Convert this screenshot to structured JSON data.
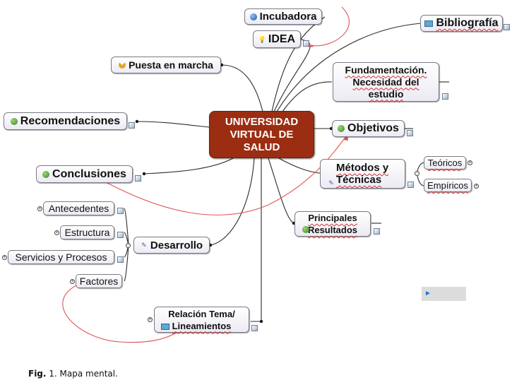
{
  "center": {
    "line1": "UNIVERSIDAD",
    "line2": "VIRTUAL DE",
    "line3": "SALUD"
  },
  "nodes": {
    "incubadora": "Incubadora",
    "idea": "IDEA",
    "bibliografia": "Bibliografía",
    "puesta": "Puesta en marcha",
    "fundamentacion_1": "Fundamentación.",
    "fundamentacion_2": "Necesidad del",
    "fundamentacion_3": "estudio",
    "recomendaciones": "Recomendaciones",
    "objetivos": "Objetivos",
    "conclusiones": "Conclusiones",
    "metodos_1": "Métodos y",
    "metodos_2": "Técnicas",
    "teoricos": "Teóricos",
    "empiricos": "Empíricos",
    "antecedentes": "Antecedentes",
    "estructura": "Estructura",
    "servicios": "Servicios y Procesos",
    "factores": "Factores",
    "desarrollo": "Desarrollo",
    "principales_1": "Principales",
    "principales_2": "Resultados",
    "relacion_1": "Relación Tema/",
    "relacion_2": "Lineamientos"
  },
  "play_button": "►",
  "caption": {
    "prefix": "Fig.",
    "text": " 1. Mapa mental."
  },
  "colors": {
    "center": "#9b2d12",
    "relationship": "#e05555",
    "connector": "#222222"
  }
}
